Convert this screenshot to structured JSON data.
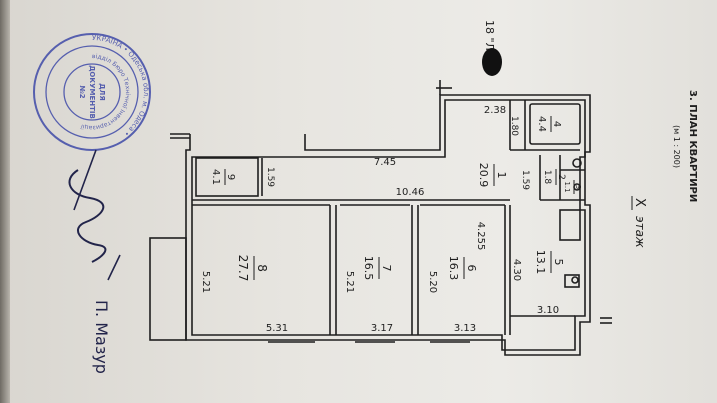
{
  "header": {
    "title": "3. ПЛАН КВАРТИРИ",
    "scale": "(м 1 : 200)",
    "floor_number": "X",
    "floor_word": "этаж",
    "top_mark": "18 \"Л\""
  },
  "rooms": [
    {
      "number": "1",
      "area": "20.9"
    },
    {
      "number": "2",
      "area": "1.8"
    },
    {
      "number": "3",
      "area": "1.1"
    },
    {
      "number": "4",
      "area": "4.4"
    },
    {
      "number": "5",
      "area": "13.1"
    },
    {
      "number": "6",
      "area": "16.3"
    },
    {
      "number": "7",
      "area": "16.5"
    },
    {
      "number": "8",
      "area": "27.7"
    },
    {
      "number": "9",
      "area": "4.1"
    }
  ],
  "dimensions": {
    "d_745": "7.45",
    "d_1046": "10.46",
    "d_238": "2.38",
    "d_180": "1.80",
    "d_159_left": "1.59",
    "d_159_right": "1.59",
    "d_255": "4.255",
    "d_430": "4.30",
    "d_310": "3.10",
    "d_531": "5.31",
    "d_317": "3.17",
    "d_313": "3.13",
    "d_521a": "5.21",
    "d_521b": "5.21",
    "d_520": "5.20"
  },
  "stamp": {
    "outer": "УКРАЇНА • Одеська обл. м. Одеса •",
    "middle": "відділ Бюро Технічної Інвентаризації",
    "center_lines": [
      "ДЛЯ",
      "ДОКУМЕНТІВ",
      "№2"
    ]
  },
  "signature": {
    "name": "П. Мазур"
  },
  "colors": {
    "ink": "#1f1f1f",
    "stamp": "#3f4aa8",
    "paper": "#ecebe7"
  }
}
